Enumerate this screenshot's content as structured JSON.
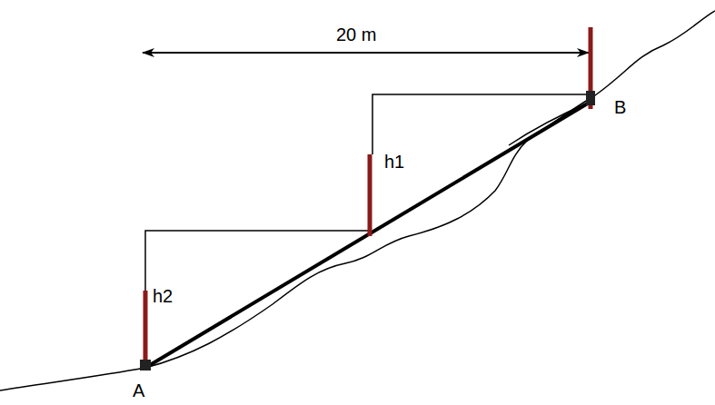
{
  "diagram": {
    "labels": [
      "20 m",
      "h1",
      "h2",
      "A",
      "B"
    ]
  }
}
